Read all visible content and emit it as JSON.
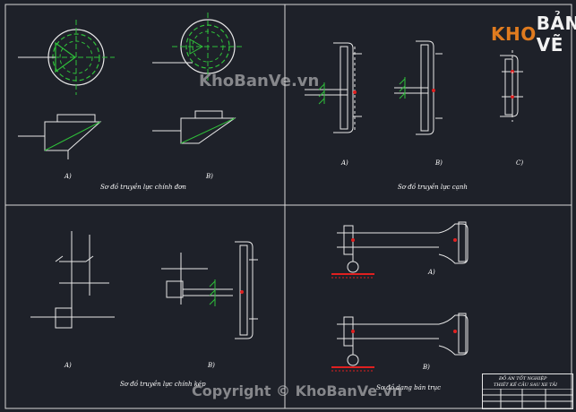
{
  "logo": {
    "part1": "KHO",
    "part2": "BẢN VẼ"
  },
  "watermarks": {
    "center": "KhoBanVe.vn",
    "bottom": "Copyright © KhoBanVe.vn"
  },
  "panels": {
    "top_left": {
      "labels": [
        "A)",
        "B)"
      ],
      "caption": "Sơ đồ truyền lực chính đơn"
    },
    "top_right": {
      "labels": [
        "A)",
        "B)",
        "C)"
      ],
      "caption": "Sơ đồ truyền lực cạnh"
    },
    "bottom_left": {
      "labels": [
        "A)",
        "B)"
      ],
      "caption": "Sơ đồ truyền lực chính kép"
    },
    "bottom_right": {
      "labels": [
        "A)",
        "B)"
      ],
      "caption": "Sơ đồ dạng bán trục"
    }
  },
  "title_block": {
    "line1": "ĐỒ ÁN TỐT NGHIỆP",
    "line2": "THIẾT KẾ CẦU SAU XE TẢI"
  },
  "colors": {
    "background": "#1e2129",
    "line": "#e8e8e8",
    "accent_green": "#2fbf3a",
    "accent_red": "#e02020",
    "logo_orange": "#e07b1f"
  }
}
